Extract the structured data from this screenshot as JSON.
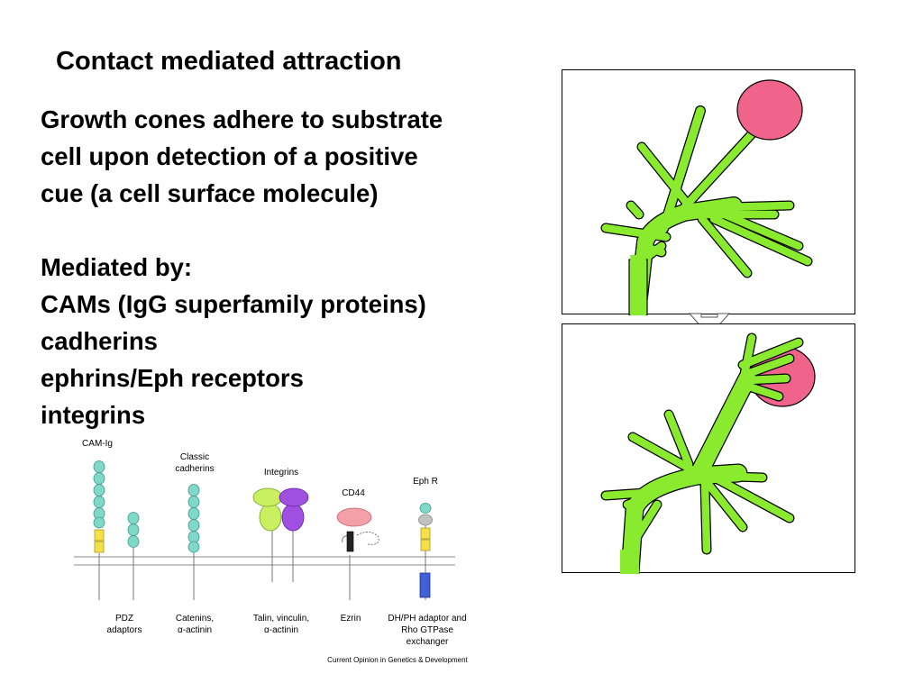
{
  "slide": {
    "title": "Contact mediated attraction",
    "lines": [
      "Growth cones adhere to substrate",
      "cell upon detection of a positive",
      "cue (a cell surface molecule)",
      "Mediated by:",
      "CAMs (IgG superfamily proteins)",
      "cadherins",
      "ephrins/Eph receptors",
      "integrins"
    ]
  },
  "diagram": {
    "top_labels": {
      "cam_ig": "CAM-Ig",
      "classic_cadherins_1": "Classic",
      "classic_cadherins_2": "cadherins",
      "integrins": "Integrins",
      "cd44": "CD44",
      "eph_r": "Eph R"
    },
    "bottom_labels": {
      "pdz_1": "PDZ",
      "pdz_2": "adaptors",
      "catenins_1": "Catenins,",
      "catenins_2": "α-actinin",
      "talin_1": "Talin, vinculin,",
      "talin_2": "α-actinin",
      "ezrin": "Ezrin",
      "dhph_1": "DH/PH adaptor and",
      "dhph_2": "Rho GTPase",
      "dhph_3": "exchanger"
    },
    "credit": "Current Opinion in Genetics & Development"
  },
  "colors": {
    "growth_cone_green": "#8aea2e",
    "target_cell_pink": "#f0648c",
    "ig_domain_teal": "#7fd8c8",
    "yellow_domain": "#f5e04a",
    "integrin_lime": "#c8f060",
    "integrin_purple": "#a050e0",
    "cd44_pink": "#f4a0a8",
    "eph_blue": "#4060d8"
  }
}
